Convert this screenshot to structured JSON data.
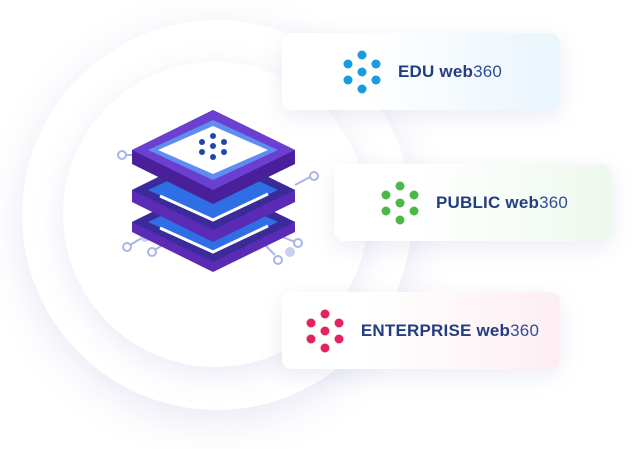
{
  "products": [
    {
      "name": "EDU",
      "brand_bold": "web",
      "brand_num": "360",
      "color": "#1a9be0"
    },
    {
      "name": "PUBLIC",
      "brand_bold": "web",
      "brand_num": "360",
      "color": "#4cb848"
    },
    {
      "name": "ENTERPRISE",
      "brand_bold": "web",
      "brand_num": "360",
      "color": "#e3245c"
    }
  ],
  "icons": {
    "server": "server-stack-icon",
    "logo": "dots-logo-icon"
  },
  "colors": {
    "text": "#233e80",
    "server_purple": "#4a2aa0",
    "server_blue": "#2e6be0"
  }
}
